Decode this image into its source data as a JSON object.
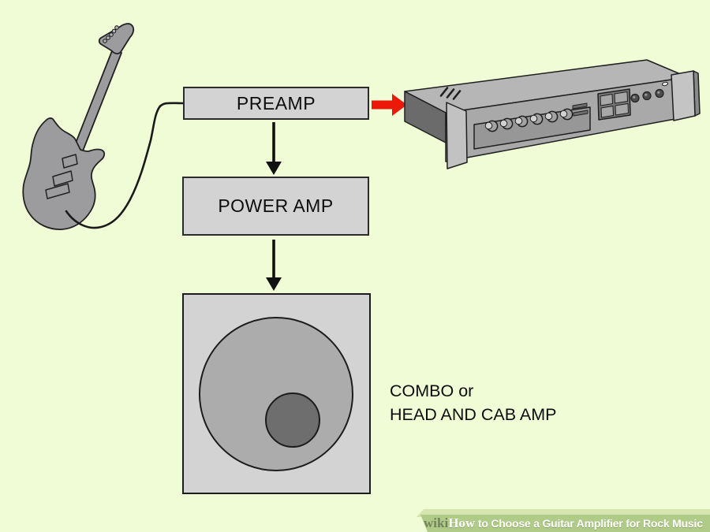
{
  "diagram_title_hidden": "",
  "colors": {
    "background": "#F0FCD6",
    "box_fill": "#D3D3D3",
    "box_border": "#2B2B2B",
    "flow_arrow_black": "#111111",
    "signal_arrow_red": "#EC1809",
    "speaker_cone_gray": "#ACACAC",
    "speaker_dust_cap_gray": "#6E6E6E",
    "guitar_gray": "#9C9C9E",
    "rack_top_gray": "#B6B6B6",
    "rack_front_gray": "#A9A9A9",
    "banner_green": "#AFCB87",
    "banner_green_light": "#D6E5B0",
    "banner_wiki_text": "#72845A",
    "banner_title_text": "#FFFFFF"
  },
  "flowchart": {
    "preamp_label": "PREAMP",
    "power_amp_label": "POWER AMP",
    "caption_line1": "COMBO or",
    "caption_line2": "HEAD AND CAB AMP"
  },
  "illustrations": {
    "guitar": "electric-guitar-illustration",
    "cable": "guitar-cable",
    "rack_unit": "rack-preamp-illustration",
    "speaker": "speaker-cabinet-illustration",
    "red_arrow": "signal-arrow-icon",
    "down_arrows": "flow-arrow-icon"
  },
  "watermark": {
    "wiki": "wiki",
    "how": "How",
    "rest": " to Choose a Guitar Amplifier for Rock Music"
  }
}
